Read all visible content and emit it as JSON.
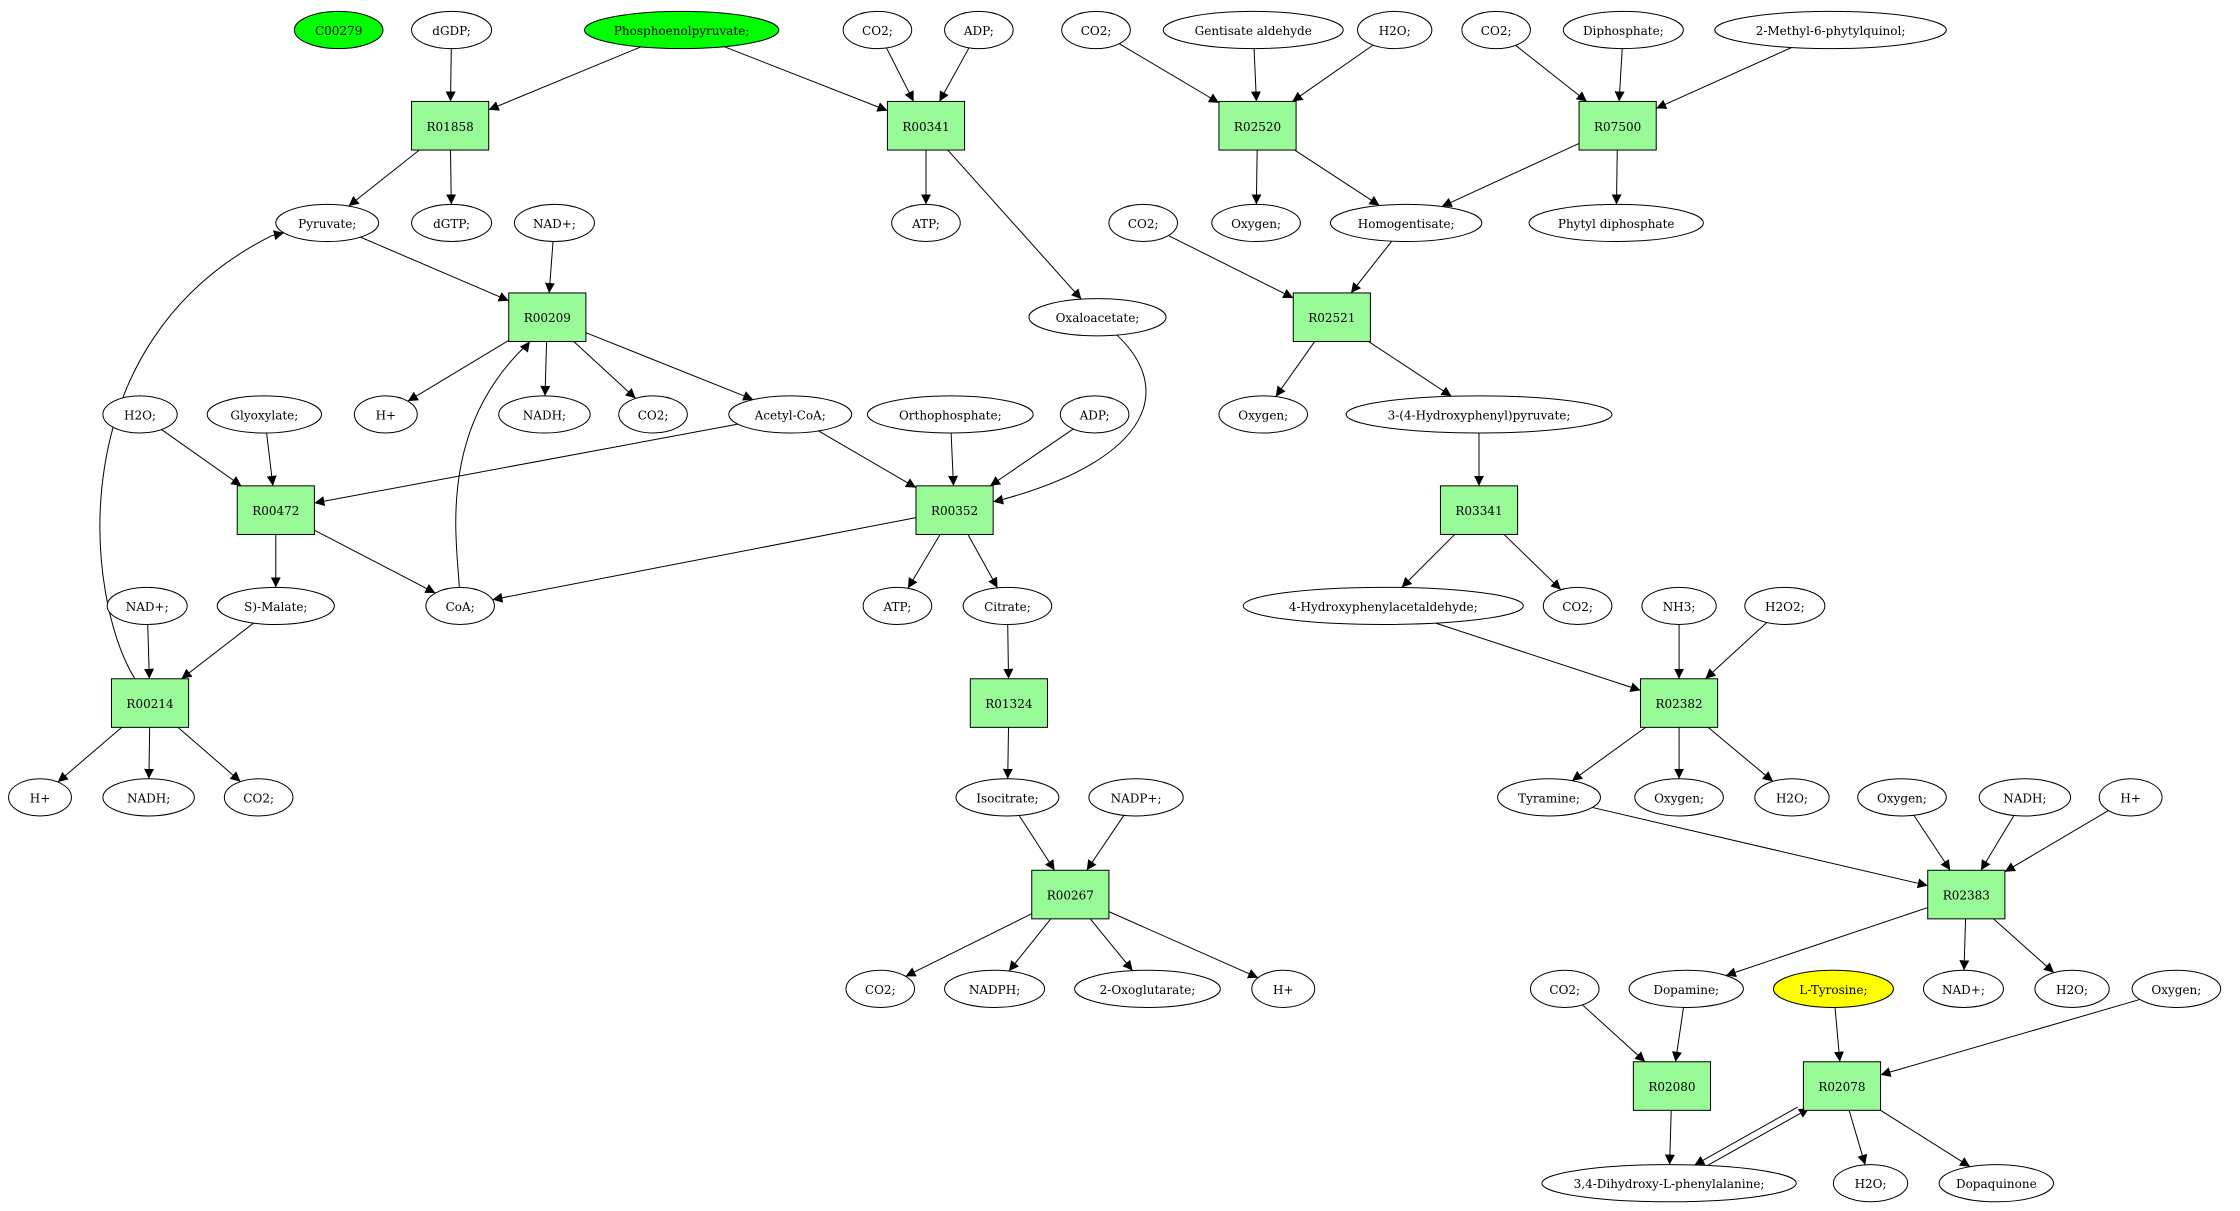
{
  "colors": {
    "reaction_fill": "#98fb98",
    "compound_fill": "#ffffff",
    "highlight_green": "#00ff00",
    "highlight_yellow": "#ffff00",
    "stroke": "#000000"
  },
  "nodes": {
    "c00279": {
      "label": "C00279",
      "shape": "ellipse",
      "fill": "highlight_green"
    },
    "dgdp": {
      "label": "dGDP;",
      "shape": "ellipse"
    },
    "pep": {
      "label": "Phosphoenolpyruvate;",
      "shape": "ellipse",
      "fill": "highlight_green"
    },
    "co2_a": {
      "label": "CO2;",
      "shape": "ellipse"
    },
    "adp_a": {
      "label": "ADP;",
      "shape": "ellipse"
    },
    "co2_b": {
      "label": "CO2;",
      "shape": "ellipse"
    },
    "gentisate_ald": {
      "label": "Gentisate aldehyde",
      "shape": "ellipse"
    },
    "h2o_a": {
      "label": "H2O;",
      "shape": "ellipse"
    },
    "co2_c": {
      "label": "CO2;",
      "shape": "ellipse"
    },
    "diphosphate": {
      "label": "Diphosphate;",
      "shape": "ellipse"
    },
    "methylphytyl": {
      "label": "2-Methyl-6-phytylquinol;",
      "shape": "ellipse"
    },
    "r01858": {
      "label": "R01858",
      "shape": "rect"
    },
    "r00341": {
      "label": "R00341",
      "shape": "rect"
    },
    "r02520": {
      "label": "R02520",
      "shape": "rect"
    },
    "r07500": {
      "label": "R07500",
      "shape": "rect"
    },
    "pyruvate": {
      "label": "Pyruvate;",
      "shape": "ellipse"
    },
    "dgtp": {
      "label": "dGTP;",
      "shape": "ellipse"
    },
    "nadplus_a": {
      "label": "NAD+;",
      "shape": "ellipse"
    },
    "atp_a": {
      "label": "ATP;",
      "shape": "ellipse"
    },
    "co2_d": {
      "label": "CO2;",
      "shape": "ellipse"
    },
    "oxygen_a": {
      "label": "Oxygen;",
      "shape": "ellipse"
    },
    "homogentisate": {
      "label": "Homogentisate;",
      "shape": "ellipse"
    },
    "phytyl_dp": {
      "label": "Phytyl diphosphate",
      "shape": "ellipse"
    },
    "r00209": {
      "label": "R00209",
      "shape": "rect"
    },
    "oxaloacetate": {
      "label": "Oxaloacetate;",
      "shape": "ellipse"
    },
    "r02521": {
      "label": "R02521",
      "shape": "rect"
    },
    "h2o_b": {
      "label": "H2O;",
      "shape": "ellipse"
    },
    "glyoxylate": {
      "label": "Glyoxylate;",
      "shape": "ellipse"
    },
    "hplus_a": {
      "label": "H+",
      "shape": "ellipse"
    },
    "nadh_a": {
      "label": "NADH;",
      "shape": "ellipse"
    },
    "co2_e": {
      "label": "CO2;",
      "shape": "ellipse"
    },
    "acetylcoa": {
      "label": "Acetyl-CoA;",
      "shape": "ellipse"
    },
    "orthophosphate": {
      "label": "Orthophosphate;",
      "shape": "ellipse"
    },
    "adp_b": {
      "label": "ADP;",
      "shape": "ellipse"
    },
    "oxygen_b": {
      "label": "Oxygen;",
      "shape": "ellipse"
    },
    "hppyruvate": {
      "label": "3-(4-Hydroxyphenyl)pyruvate;",
      "shape": "ellipse"
    },
    "r00472": {
      "label": "R00472",
      "shape": "rect"
    },
    "r00352": {
      "label": "R00352",
      "shape": "rect"
    },
    "r03341": {
      "label": "R03341",
      "shape": "rect"
    },
    "nadplus_b": {
      "label": "NAD+;",
      "shape": "ellipse"
    },
    "smalate": {
      "label": "S)-Malate;",
      "shape": "ellipse"
    },
    "coa": {
      "label": "CoA;",
      "shape": "ellipse"
    },
    "atp_b": {
      "label": "ATP;",
      "shape": "ellipse"
    },
    "citrate": {
      "label": "Citrate;",
      "shape": "ellipse"
    },
    "hpacetald": {
      "label": "4-Hydroxyphenylacetaldehyde;",
      "shape": "ellipse"
    },
    "co2_f": {
      "label": "CO2;",
      "shape": "ellipse"
    },
    "nh3": {
      "label": "NH3;",
      "shape": "ellipse"
    },
    "h2o2": {
      "label": "H2O2;",
      "shape": "ellipse"
    },
    "r00214": {
      "label": "R00214",
      "shape": "rect"
    },
    "r01324": {
      "label": "R01324",
      "shape": "rect"
    },
    "r02382": {
      "label": "R02382",
      "shape": "rect"
    },
    "hplus_b": {
      "label": "H+",
      "shape": "ellipse"
    },
    "nadh_b": {
      "label": "NADH;",
      "shape": "ellipse"
    },
    "co2_g": {
      "label": "CO2;",
      "shape": "ellipse"
    },
    "isocitrate": {
      "label": "Isocitrate;",
      "shape": "ellipse"
    },
    "nadpplus": {
      "label": "NADP+;",
      "shape": "ellipse"
    },
    "tyramine": {
      "label": "Tyramine;",
      "shape": "ellipse"
    },
    "oxygen_c": {
      "label": "Oxygen;",
      "shape": "ellipse"
    },
    "h2o_c": {
      "label": "H2O;",
      "shape": "ellipse"
    },
    "oxygen_d": {
      "label": "Oxygen;",
      "shape": "ellipse"
    },
    "nadh_c": {
      "label": "NADH;",
      "shape": "ellipse"
    },
    "hplus_c": {
      "label": "H+",
      "shape": "ellipse"
    },
    "r00267": {
      "label": "R00267",
      "shape": "rect"
    },
    "r02383": {
      "label": "R02383",
      "shape": "rect"
    },
    "co2_h": {
      "label": "CO2;",
      "shape": "ellipse"
    },
    "nadph": {
      "label": "NADPH;",
      "shape": "ellipse"
    },
    "oxoglutarate": {
      "label": "2-Oxoglutarate;",
      "shape": "ellipse"
    },
    "hplus_d": {
      "label": "H+",
      "shape": "ellipse"
    },
    "co2_i": {
      "label": "CO2;",
      "shape": "ellipse"
    },
    "dopamine": {
      "label": "Dopamine;",
      "shape": "ellipse"
    },
    "ltyrosine": {
      "label": "L-Tyrosine;",
      "shape": "ellipse",
      "fill": "highlight_yellow"
    },
    "nadplus_c": {
      "label": "NAD+;",
      "shape": "ellipse"
    },
    "h2o_d": {
      "label": "H2O;",
      "shape": "ellipse"
    },
    "oxygen_e": {
      "label": "Oxygen;",
      "shape": "ellipse"
    },
    "r02080": {
      "label": "R02080",
      "shape": "rect"
    },
    "r02078": {
      "label": "R02078",
      "shape": "rect"
    },
    "dopa": {
      "label": "3,4-Dihydroxy-L-phenylalanine;",
      "shape": "ellipse"
    },
    "h2o_e": {
      "label": "H2O;",
      "shape": "ellipse"
    },
    "dopaquinone": {
      "label": "Dopaquinone",
      "shape": "ellipse"
    }
  },
  "edges": [
    [
      "dgdp",
      "r01858"
    ],
    [
      "pep",
      "r01858"
    ],
    [
      "r01858",
      "pyruvate"
    ],
    [
      "r01858",
      "dgtp"
    ],
    [
      "pep",
      "r00341"
    ],
    [
      "co2_a",
      "r00341"
    ],
    [
      "adp_a",
      "r00341"
    ],
    [
      "r00341",
      "atp_a"
    ],
    [
      "r00341",
      "oxaloacetate"
    ],
    [
      "co2_b",
      "r02520"
    ],
    [
      "gentisate_ald",
      "r02520"
    ],
    [
      "h2o_a",
      "r02520"
    ],
    [
      "r02520",
      "oxygen_a"
    ],
    [
      "r02520",
      "homogentisate"
    ],
    [
      "co2_c",
      "r07500"
    ],
    [
      "diphosphate",
      "r07500"
    ],
    [
      "methylphytyl",
      "r07500"
    ],
    [
      "r07500",
      "homogentisate"
    ],
    [
      "r07500",
      "phytyl_dp"
    ],
    [
      "pyruvate",
      "r00209"
    ],
    [
      "nadplus_a",
      "r00209"
    ],
    [
      "coa",
      "r00209"
    ],
    [
      "r00209",
      "hplus_a"
    ],
    [
      "r00209",
      "nadh_a"
    ],
    [
      "r00209",
      "co2_e"
    ],
    [
      "r00209",
      "acetylcoa"
    ],
    [
      "co2_d",
      "r02521"
    ],
    [
      "homogentisate",
      "r02521"
    ],
    [
      "r02521",
      "oxygen_b"
    ],
    [
      "r02521",
      "hppyruvate"
    ],
    [
      "h2o_b",
      "r00472"
    ],
    [
      "glyoxylate",
      "r00472"
    ],
    [
      "acetylcoa",
      "r00472"
    ],
    [
      "r00472",
      "smalate"
    ],
    [
      "r00472",
      "coa"
    ],
    [
      "acetylcoa",
      "r00352"
    ],
    [
      "orthophosphate",
      "r00352"
    ],
    [
      "adp_b",
      "r00352"
    ],
    [
      "oxaloacetate",
      "r00352"
    ],
    [
      "r00352",
      "coa"
    ],
    [
      "r00352",
      "atp_b"
    ],
    [
      "r00352",
      "citrate"
    ],
    [
      "hppyruvate",
      "r03341"
    ],
    [
      "r03341",
      "hpacetald"
    ],
    [
      "r03341",
      "co2_f"
    ],
    [
      "nadplus_b",
      "r00214"
    ],
    [
      "smalate",
      "r00214"
    ],
    [
      "r00214",
      "pyruvate"
    ],
    [
      "r00214",
      "hplus_b"
    ],
    [
      "r00214",
      "nadh_b"
    ],
    [
      "r00214",
      "co2_g"
    ],
    [
      "citrate",
      "r01324"
    ],
    [
      "r01324",
      "isocitrate"
    ],
    [
      "hpacetald",
      "r02382"
    ],
    [
      "nh3",
      "r02382"
    ],
    [
      "h2o2",
      "r02382"
    ],
    [
      "r02382",
      "tyramine"
    ],
    [
      "r02382",
      "oxygen_c"
    ],
    [
      "r02382",
      "h2o_c"
    ],
    [
      "isocitrate",
      "r00267"
    ],
    [
      "nadpplus",
      "r00267"
    ],
    [
      "r00267",
      "co2_h"
    ],
    [
      "r00267",
      "nadph"
    ],
    [
      "r00267",
      "oxoglutarate"
    ],
    [
      "r00267",
      "hplus_d"
    ],
    [
      "tyramine",
      "r02383"
    ],
    [
      "oxygen_d",
      "r02383"
    ],
    [
      "nadh_c",
      "r02383"
    ],
    [
      "hplus_c",
      "r02383"
    ],
    [
      "r02383",
      "dopamine"
    ],
    [
      "r02383",
      "nadplus_c"
    ],
    [
      "r02383",
      "h2o_d"
    ],
    [
      "co2_i",
      "r02080"
    ],
    [
      "dopamine",
      "r02080"
    ],
    [
      "r02080",
      "dopa"
    ],
    [
      "ltyrosine",
      "r02078"
    ],
    [
      "oxygen_e",
      "r02078"
    ],
    [
      "dopa",
      "r02078"
    ],
    [
      "r02078",
      "dopa"
    ],
    [
      "r02078",
      "h2o_e"
    ],
    [
      "r02078",
      "dopaquinone"
    ]
  ]
}
